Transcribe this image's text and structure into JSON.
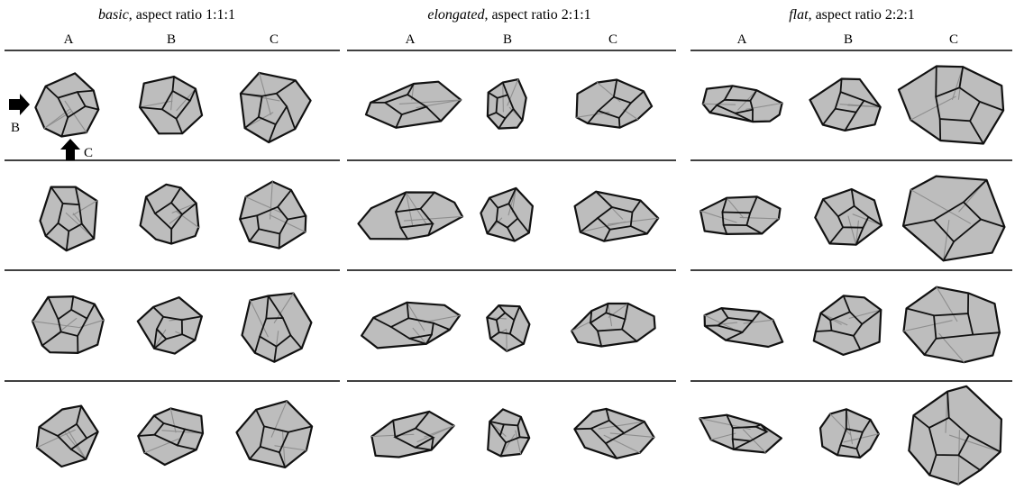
{
  "groups": [
    {
      "name_italic": "basic",
      "rest": ", aspect ratio 1:1:1",
      "columns": [
        "A",
        "B",
        "C"
      ]
    },
    {
      "name_italic": "elongated",
      "rest": ", aspect ratio 2:1:1",
      "columns": [
        "A",
        "B",
        "C"
      ]
    },
    {
      "name_italic": "flat",
      "rest": ", aspect ratio 2:2:1",
      "columns": [
        "A",
        "B",
        "C"
      ]
    }
  ],
  "view_markers": {
    "b_label": "B",
    "c_label": "C"
  },
  "colors": {
    "particle_fill": "#bdbdbd",
    "front_edge": "#111111",
    "back_edge": "#8e8e8e",
    "rule": "#000000"
  },
  "rows": 4
}
